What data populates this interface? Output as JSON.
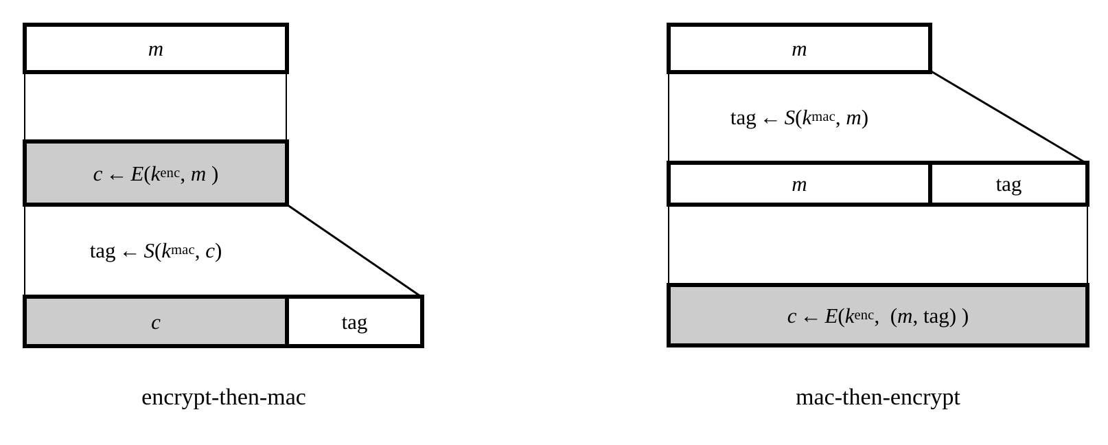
{
  "figure": {
    "title_semantic": "authenticated-encryption-constructions",
    "colors": {
      "stroke": "#000000",
      "fill_highlight": "#cccccc",
      "fill_plain": "#ffffff",
      "background": "#ffffff"
    }
  },
  "left_diagram": {
    "caption": "encrypt-then-mac",
    "rows": [
      {
        "name": "message-box",
        "text_parts": [
          {
            "t": "m",
            "style": "italic"
          }
        ],
        "plain_text": "m",
        "fill": "#ffffff",
        "width_label": "message"
      },
      {
        "name": "encrypt-step-box",
        "text_parts": [
          {
            "t": "c",
            "style": "italic"
          },
          {
            "t": "←",
            "style": "arrow"
          },
          {
            "t": "E",
            "style": "italic"
          },
          {
            "t": "(",
            "style": "roman"
          },
          {
            "t": "k",
            "style": "italic"
          },
          {
            "t": "enc",
            "style": "sub"
          },
          {
            "t": ", ",
            "style": "roman"
          },
          {
            "t": "m",
            "style": "italic"
          },
          {
            "t": " )",
            "style": "roman"
          }
        ],
        "plain_text": "c ← E(k_enc, m )",
        "fill": "#cccccc"
      },
      {
        "name": "mac-step-label",
        "text_parts": [
          {
            "t": "tag",
            "style": "roman"
          },
          {
            "t": "←",
            "style": "arrow"
          },
          {
            "t": "S",
            "style": "italic"
          },
          {
            "t": "(",
            "style": "roman"
          },
          {
            "t": "k",
            "style": "italic"
          },
          {
            "t": "mac",
            "style": "sub"
          },
          {
            "t": ", ",
            "style": "roman"
          },
          {
            "t": "c",
            "style": "italic"
          },
          {
            "t": ")",
            "style": "roman"
          }
        ],
        "plain_text": "tag ← S(k_mac, c)",
        "fill": "#ffffff"
      }
    ],
    "output_row": {
      "name": "ciphertext-output-row",
      "cells": [
        {
          "name": "ciphertext-cell",
          "plain_text": "c",
          "style": "italic",
          "fill": "#cccccc"
        },
        {
          "name": "tag-cell",
          "plain_text": "tag",
          "style": "roman",
          "fill": "#ffffff"
        }
      ]
    }
  },
  "right_diagram": {
    "caption": "mac-then-encrypt",
    "rows": [
      {
        "name": "message-box",
        "text_parts": [
          {
            "t": "m",
            "style": "italic"
          }
        ],
        "plain_text": "m",
        "fill": "#ffffff"
      },
      {
        "name": "mac-step-label",
        "text_parts": [
          {
            "t": "tag",
            "style": "roman"
          },
          {
            "t": "←",
            "style": "arrow"
          },
          {
            "t": "S",
            "style": "italic"
          },
          {
            "t": "(",
            "style": "roman"
          },
          {
            "t": "k",
            "style": "italic"
          },
          {
            "t": "mac",
            "style": "sub"
          },
          {
            "t": ", ",
            "style": "roman"
          },
          {
            "t": "m",
            "style": "italic"
          },
          {
            "t": ")",
            "style": "roman"
          }
        ],
        "plain_text": "tag ← S(k_mac, m)",
        "fill": "#ffffff"
      }
    ],
    "middle_row": {
      "name": "message-tag-row",
      "cells": [
        {
          "name": "message-cell",
          "plain_text": "m",
          "style": "italic",
          "fill": "#ffffff"
        },
        {
          "name": "tag-cell",
          "plain_text": "tag",
          "style": "roman",
          "fill": "#ffffff"
        }
      ]
    },
    "output_row": {
      "name": "encrypt-step-box",
      "text_parts": [
        {
          "t": "c",
          "style": "italic"
        },
        {
          "t": "←",
          "style": "arrow"
        },
        {
          "t": "E",
          "style": "italic"
        },
        {
          "t": "(",
          "style": "roman"
        },
        {
          "t": "k",
          "style": "italic"
        },
        {
          "t": "enc",
          "style": "sub"
        },
        {
          "t": ",  (",
          "style": "roman"
        },
        {
          "t": "m",
          "style": "italic"
        },
        {
          "t": ", tag) )",
          "style": "roman"
        }
      ],
      "plain_text": "c ← E(k_enc,  (m, tag) )",
      "fill": "#cccccc"
    }
  }
}
